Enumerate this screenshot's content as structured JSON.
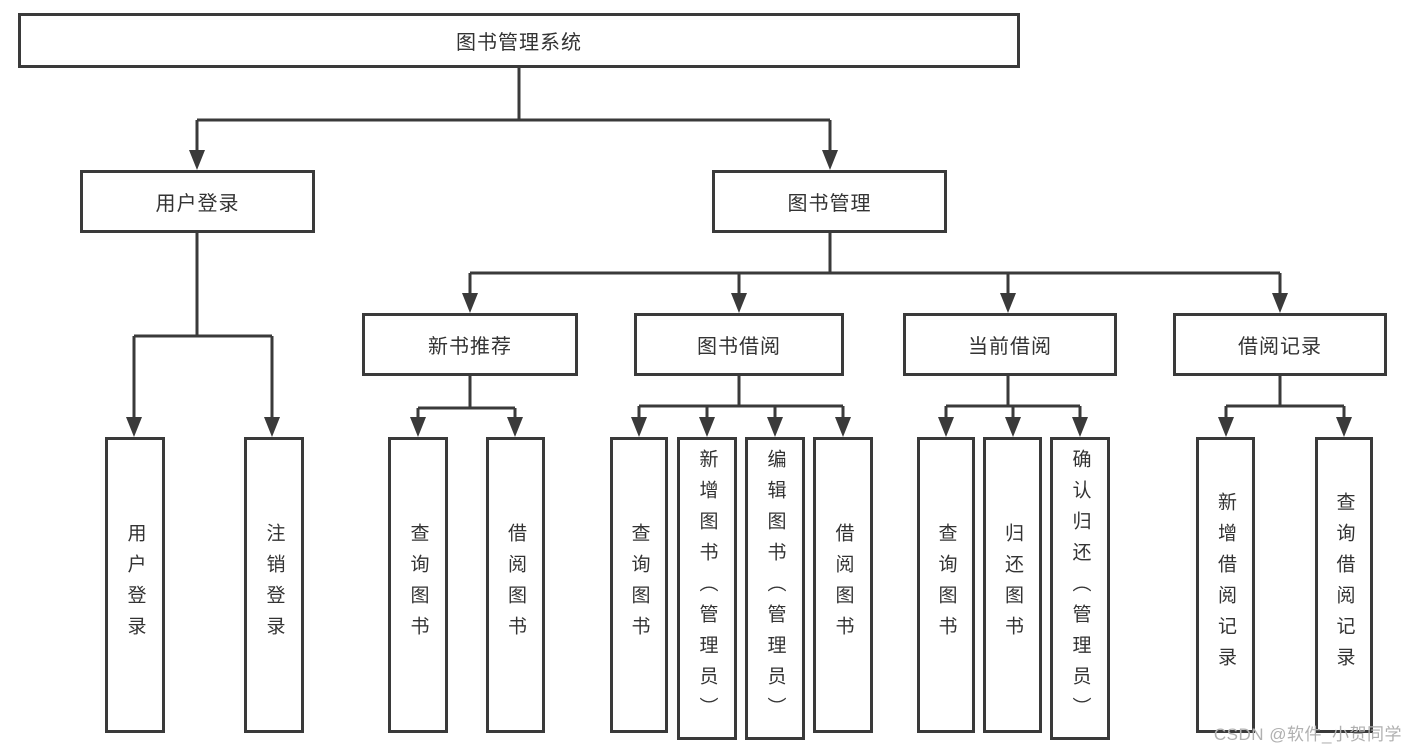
{
  "tree": {
    "root": "图书管理系统",
    "branches": [
      {
        "label": "用户登录",
        "children": [
          {
            "label": "用户登录"
          },
          {
            "label": "注销登录"
          }
        ]
      },
      {
        "label": "图书管理",
        "children": [
          {
            "label": "新书推荐",
            "children": [
              {
                "label": "查询图书"
              },
              {
                "label": "借阅图书"
              }
            ]
          },
          {
            "label": "图书借阅",
            "children": [
              {
                "label": "查询图书"
              },
              {
                "label": "新增图书（管理员）"
              },
              {
                "label": "编辑图书（管理员）"
              },
              {
                "label": "借阅图书"
              }
            ]
          },
          {
            "label": "当前借阅",
            "children": [
              {
                "label": "查询图书"
              },
              {
                "label": "归还图书"
              },
              {
                "label": "确认归还（管理员）"
              }
            ]
          },
          {
            "label": "借阅记录",
            "children": [
              {
                "label": "新增借阅记录"
              },
              {
                "label": "查询借阅记录"
              }
            ]
          }
        ]
      }
    ]
  },
  "watermark": "CSDN @软件_小贺同学",
  "colors": {
    "line": "#3a3a3a",
    "text": "#333333",
    "watermark": "#b0b0b0",
    "background": "#ffffff"
  }
}
